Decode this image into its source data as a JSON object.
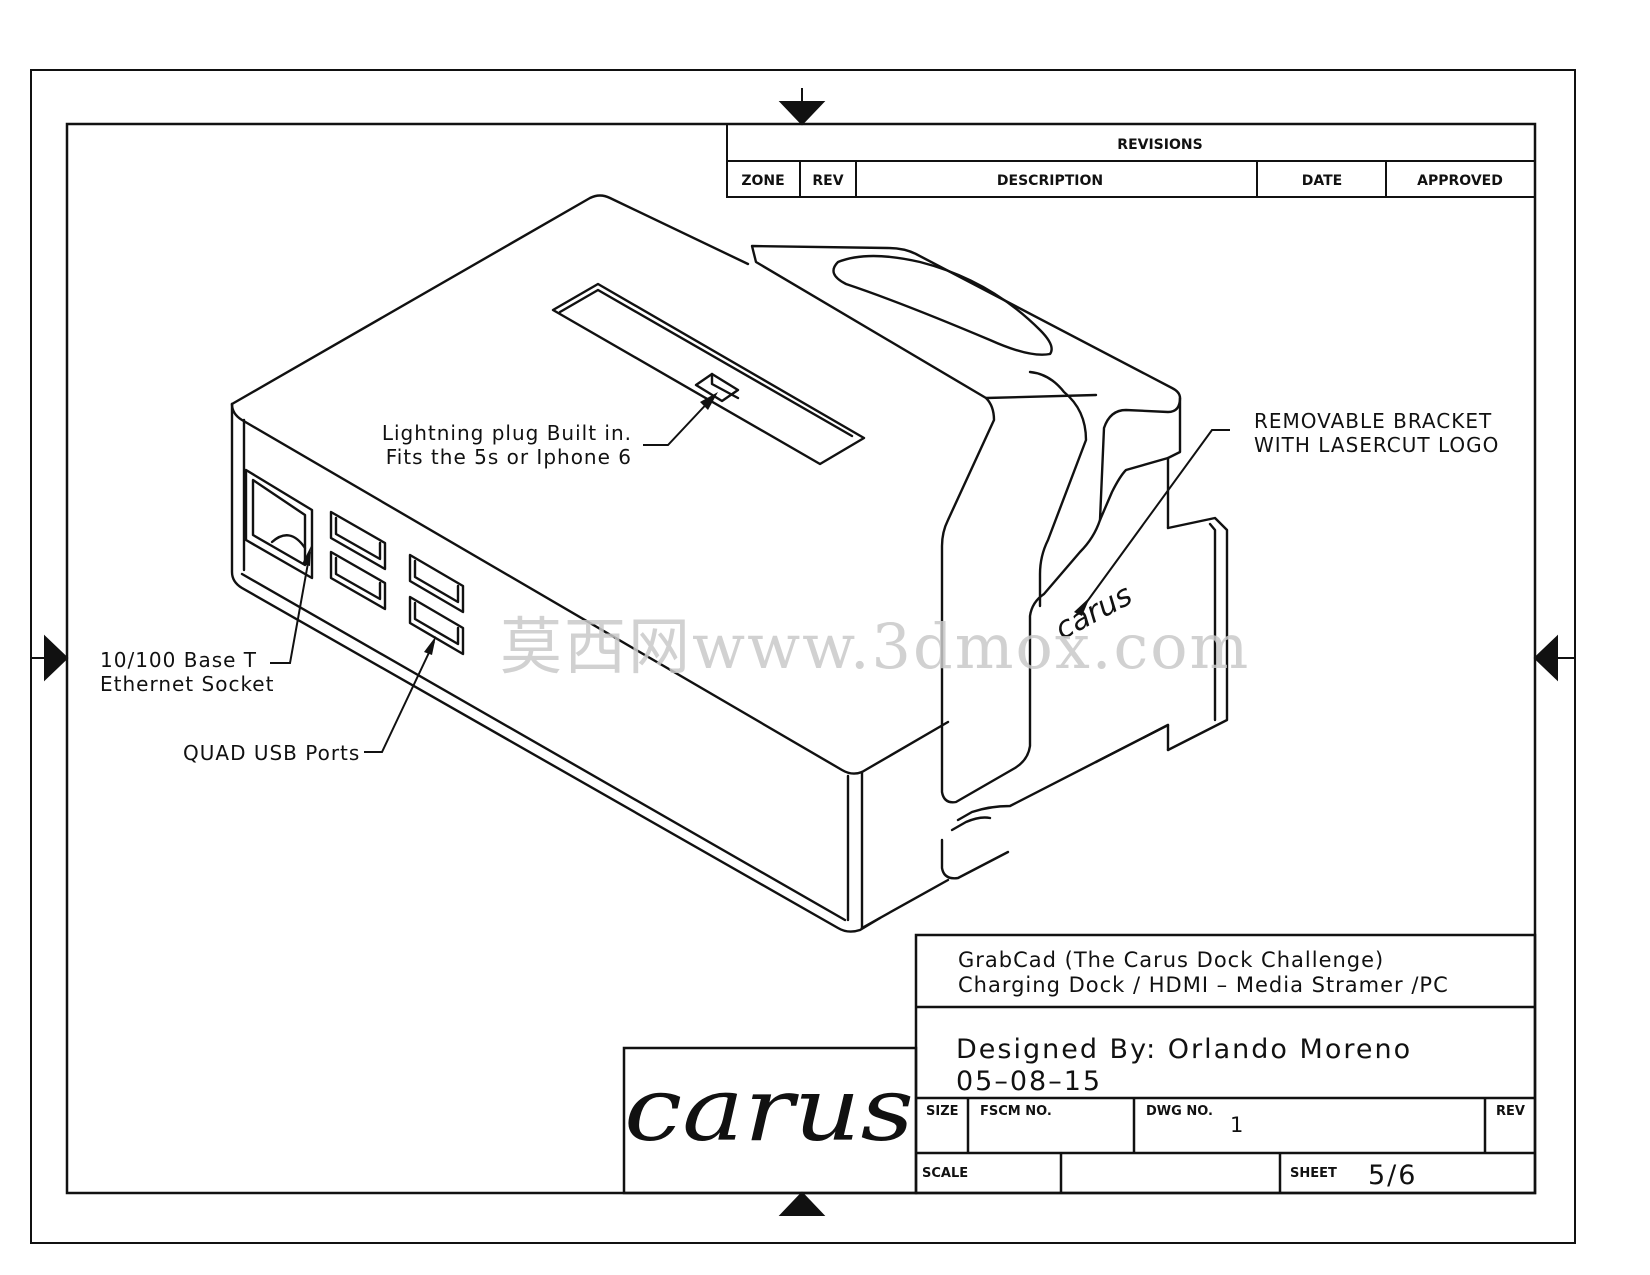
{
  "revisions": {
    "title": "REVISIONS",
    "columns": [
      "ZONE",
      "REV",
      "DESCRIPTION",
      "DATE",
      "APPROVED"
    ]
  },
  "callouts": {
    "lightning": [
      "Lightning plug Built in.",
      "Fits the 5s or Iphone 6"
    ],
    "bracket": [
      "REMOVABLE BRACKET",
      "WITH LASERCUT LOGO"
    ],
    "ethernet": [
      "10/100 Base T",
      "Ethernet Socket"
    ],
    "usb": "QUAD USB Ports"
  },
  "title_block": {
    "title_line1": "GrabCad (The Carus Dock Challenge)",
    "title_line2": "Charging Dock / HDMI – Media Stramer /PC",
    "designed_by": "Designed By: Orlando Moreno",
    "date": "05–08–15",
    "size_label": "SIZE",
    "fscm_label": "FSCM NO.",
    "dwg_label": "DWG NO.",
    "dwg_value": "1",
    "rev_label": "REV",
    "scale_label": "SCALE",
    "sheet_label": "SHEET",
    "sheet_value": "5/6"
  },
  "logo_text": "carus",
  "bracket_logo_text": "carus",
  "watermark": "莫西网www.3dmox.com"
}
